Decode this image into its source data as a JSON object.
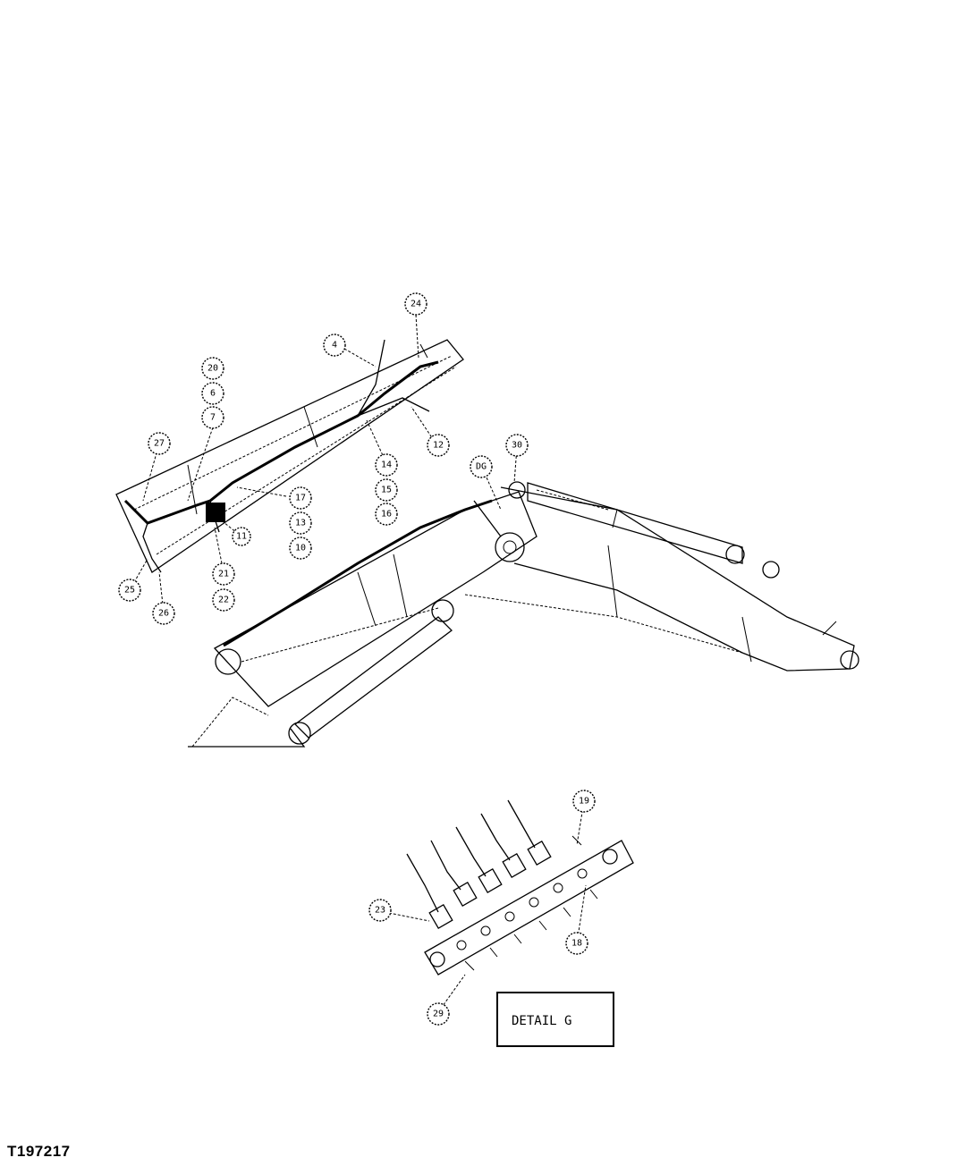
{
  "figure_id": "T197217",
  "detail_box_label": "DETAIL G",
  "callouts": [
    {
      "label": "24"
    },
    {
      "label": "4"
    },
    {
      "label": "20"
    },
    {
      "label": "6"
    },
    {
      "label": "7"
    },
    {
      "label": "12"
    },
    {
      "label": "27"
    },
    {
      "label": "14"
    },
    {
      "label": "15"
    },
    {
      "label": "16"
    },
    {
      "label": "17"
    },
    {
      "label": "13"
    },
    {
      "label": "10"
    },
    {
      "label": "11"
    },
    {
      "label": "21"
    },
    {
      "label": "22"
    },
    {
      "label": "25"
    },
    {
      "label": "26"
    },
    {
      "label": "30"
    },
    {
      "label": "DG"
    },
    {
      "label": "19"
    },
    {
      "label": "23"
    },
    {
      "label": "18"
    },
    {
      "label": "29"
    }
  ]
}
